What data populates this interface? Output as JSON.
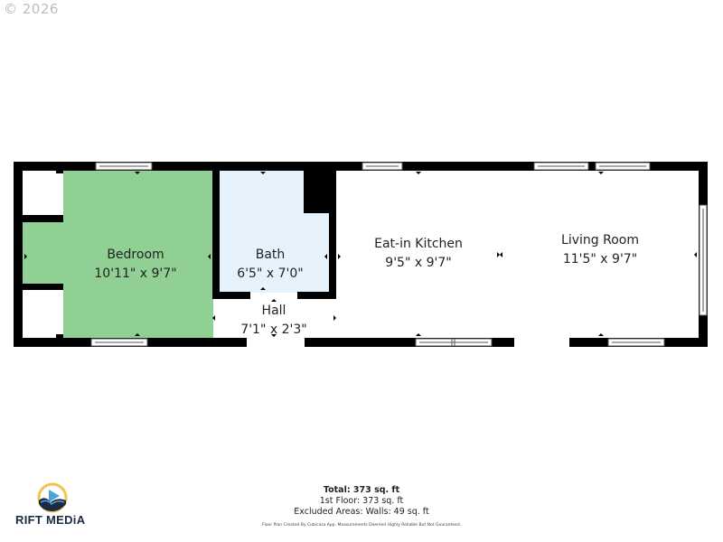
{
  "copyright": "© 2026",
  "rooms": [
    {
      "id": "bedroom",
      "name": "Bedroom",
      "dims": "10'11\" x 9'7\"",
      "fill": "#90d094"
    },
    {
      "id": "bath",
      "name": "Bath",
      "dims": "6'5\" x 7'0\"",
      "fill": "#e6f3fd"
    },
    {
      "id": "hall",
      "name": "Hall",
      "dims": "7'1\" x 2'3\"",
      "fill": "#ffffff"
    },
    {
      "id": "kitchen",
      "name": "Eat-in Kitchen",
      "dims": "9'5\" x 9'7\"",
      "fill": "#ffffff"
    },
    {
      "id": "living",
      "name": "Living Room",
      "dims": "11'5\" x 9'7\"",
      "fill": "#ffffff"
    }
  ],
  "totals": {
    "total": "Total: 373 sq. ft",
    "floor1": "1st Floor: 373 sq. ft",
    "excluded": "Excluded Areas: Walls: 49 sq. ft"
  },
  "disclaimer": "Floor Plan Created By Cubicasa App. Measurements Deemed Highly Reliable But Not Guaranteed.",
  "logo": {
    "text": "RIFT MEDiA"
  },
  "colors": {
    "wall": "#000000",
    "bedroom": "#90d094",
    "bath": "#e6f3fd",
    "logo_navy": "#1d2a44",
    "logo_gold": "#f0c64a",
    "logo_blue": "#4fa3d8"
  }
}
